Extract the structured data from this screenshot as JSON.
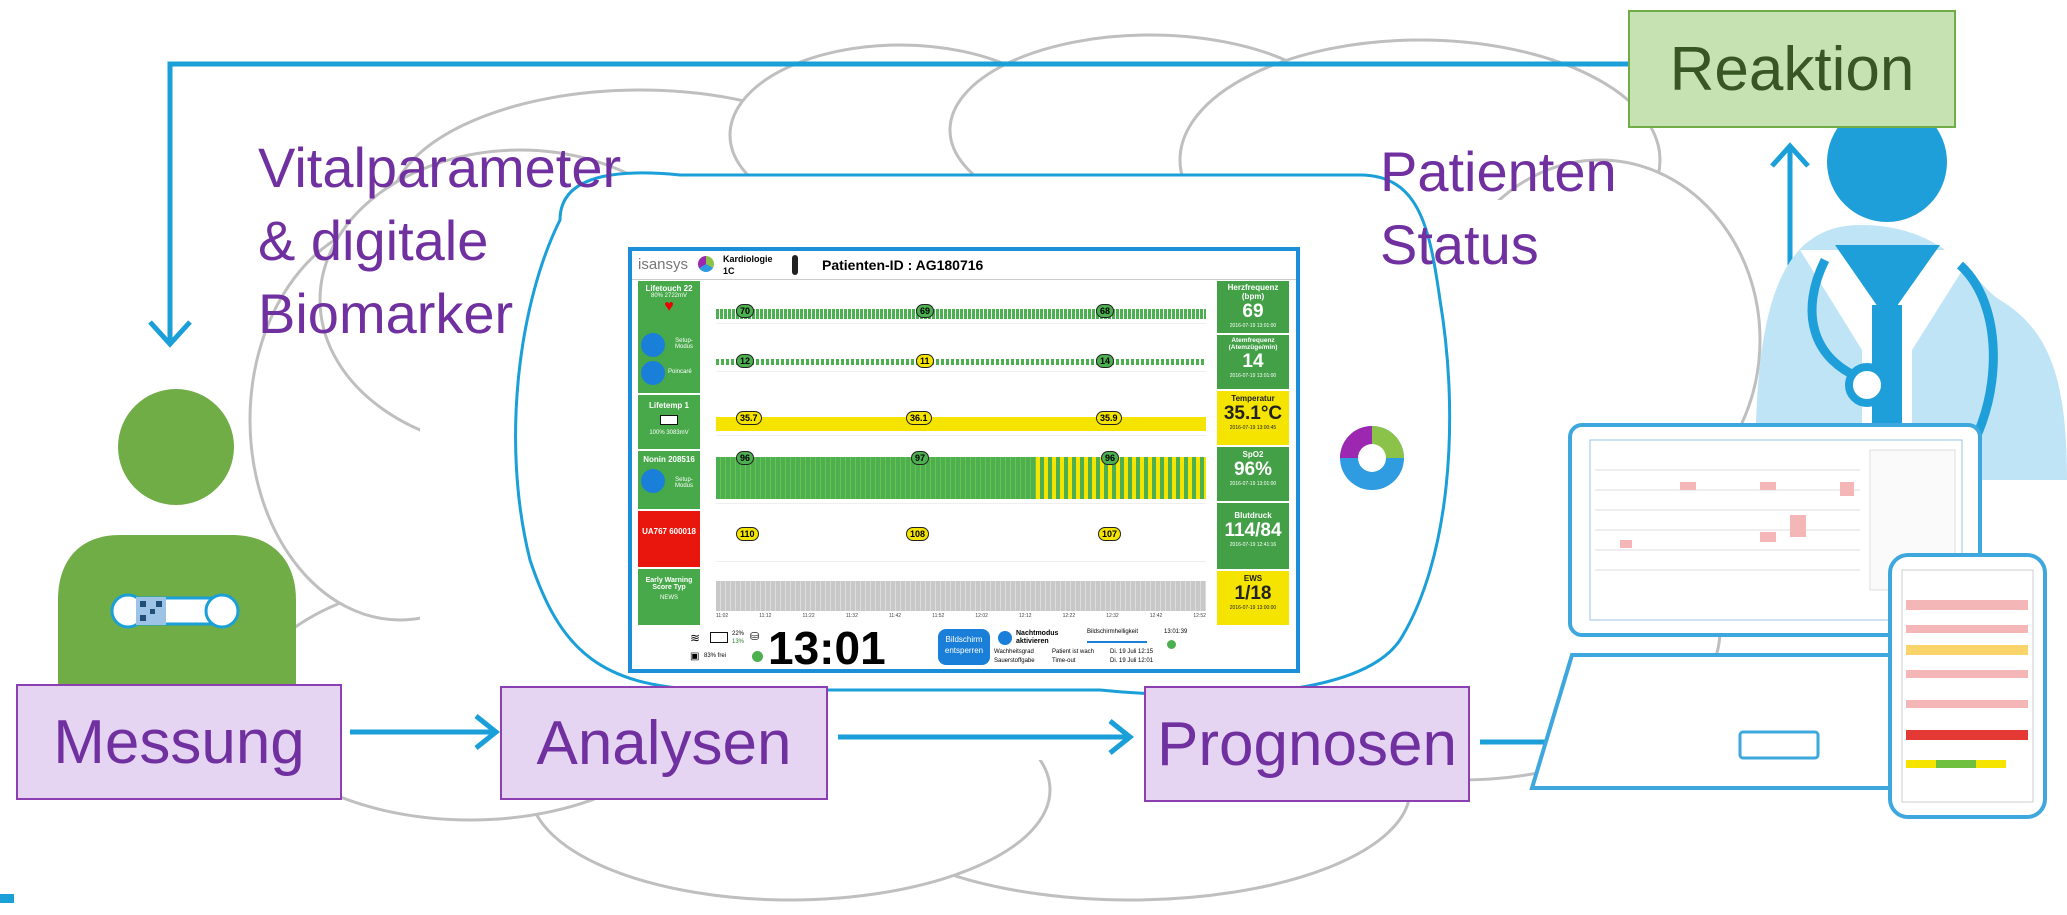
{
  "labels": {
    "vital_lines": [
      "Vitalparameter",
      "& digitale",
      "Biomarker"
    ],
    "patienten_lines": [
      "Patienten",
      "Status"
    ],
    "messung": "Messung",
    "analysen": "Analysen",
    "prognosen": "Prognosen",
    "reaktion": "Reaktion"
  },
  "colors": {
    "arrow": "#1a9fd9",
    "cloud_stroke": "#bfbfbf",
    "purple_text": "#7030a0",
    "box_fill": "#e5d4f2",
    "box_border": "#8b3fb0",
    "reaktion_fill": "#c6e2b2",
    "reaktion_border": "#70ad47",
    "patient_green": "#70ad47",
    "doctor_blue": "#1e9fd9",
    "doctor_light": "#bfe4f6",
    "device_blue": "#3ea7dd"
  },
  "monitor": {
    "brand": "isansys",
    "ward": "Kardiologie",
    "bed": "1C",
    "patient_id": "Patienten-ID : AG180716",
    "left_panels": [
      {
        "title": "Lifetouch 22",
        "sub": "80% 2722mV",
        "btn1": "Setup-Modus",
        "btn2": "Poincaré"
      },
      {
        "title": "Lifetemp 1",
        "sub": "100% 3083mV"
      },
      {
        "title": "Nonin 208516",
        "btn1": "Setup-Modus"
      },
      {
        "title": "UA767 600018"
      },
      {
        "title": "Early Warning Score Typ",
        "sub": "NEWS"
      }
    ],
    "right_panels": [
      {
        "title": "Herzfrequenz (bpm)",
        "value": "69",
        "time": "2016-07-19 13:01:00"
      },
      {
        "title": "Atemfrequenz (Atemzüge/min)",
        "value": "14",
        "time": "2016-07-19 13:01:00"
      },
      {
        "title": "Temperatur",
        "value": "35.1°C",
        "time": "2016-07-19 13:00:45"
      },
      {
        "title": "SpO2",
        "value": "96%",
        "time": "2016-07-19 13:01:00"
      },
      {
        "title": "Blutdruck",
        "value": "114/84",
        "time": "2016-07-19 12:41:16"
      },
      {
        "title": "EWS",
        "value": "1/18",
        "time": "2016-07-19 13:00:00"
      }
    ],
    "bubbles": {
      "hr": [
        "70",
        "69",
        "68"
      ],
      "rr": [
        "12",
        "11",
        "14"
      ],
      "temp": [
        "35.7",
        "36.1",
        "35.9"
      ],
      "spo2": [
        "96",
        "97",
        "96"
      ],
      "bp": [
        "110",
        "108",
        "107"
      ]
    },
    "times": [
      "11:02",
      "11:12",
      "11:22",
      "11:32",
      "11:42",
      "11:52",
      "12:02",
      "12:12",
      "12:22",
      "12:32",
      "12:42",
      "12:52"
    ],
    "footer": {
      "battery": "22%",
      "battery2": "13%",
      "disk": "83% frei",
      "clock": "13:01",
      "unlock": "Bildschirm entsperren",
      "night": "Nachtmodus aktivieren",
      "brightness": "Bildschirmhelligkeit",
      "time_small": "13:01:39",
      "wach": "Wachheitsgrad",
      "o2": "Sauerstoffgabe",
      "awake": "Patient ist wach",
      "timeout": "Time-out",
      "date1": "Di. 19 Juli 12:15",
      "date2": "Di. 19 Juli 12:01"
    }
  }
}
